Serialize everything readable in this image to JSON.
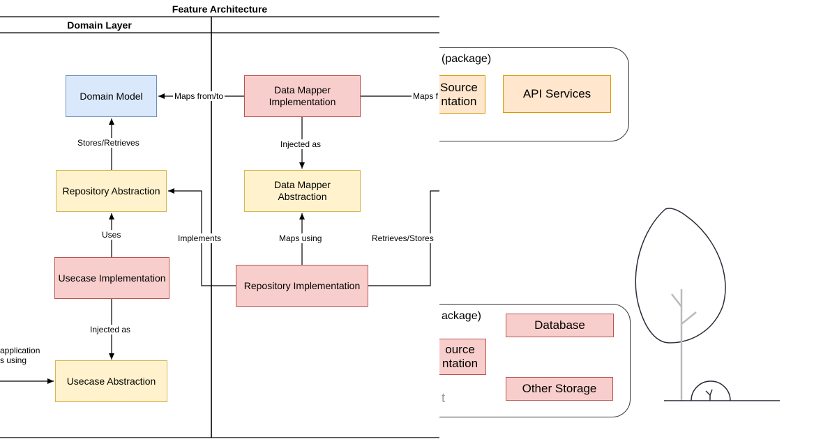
{
  "diagram": {
    "title": "Feature Architecture",
    "domain_layer_header": "Domain Layer",
    "boxes": {
      "domain_model": "Domain Model",
      "data_mapper_impl": "Data Mapper\nImplementation",
      "repository_abstraction": "Repository Abstraction",
      "data_mapper_abstraction": "Data Mapper\nAbstraction",
      "usecase_impl": "Usecase Implementation",
      "repository_impl": "Repository Implementation",
      "usecase_abstraction": "Usecase Abstraction"
    },
    "edge_labels": {
      "maps_from_to": "Maps from/to",
      "maps_from_cut": "Maps f",
      "stores_retrieves": "Stores/Retrieves",
      "injected_as_mapper": "Injected as",
      "uses": "Uses",
      "implements": "Implements",
      "maps_using": "Maps using",
      "retrieves_stores": "Retrieves/Stores",
      "injected_as_usecase": "Injected as",
      "application_using": "application\ns using"
    }
  },
  "right_panel": {
    "remote_package_title": "(package)",
    "remote_source_box": "Source\nntation",
    "api_services": "API Services",
    "local_package_title": "ackage)",
    "local_source_box": "ource\nntation",
    "database": "Database",
    "other_storage": "Other Storage",
    "faint_text": "t"
  },
  "colors": {
    "blue_fill": "#dae8fc",
    "red_fill": "#f8cecc",
    "yellow_fill": "#fff2cc",
    "peach_fill": "#ffe6cc",
    "tree_gray": "#bbbbbb",
    "tree_dark": "#2b2b3a"
  }
}
